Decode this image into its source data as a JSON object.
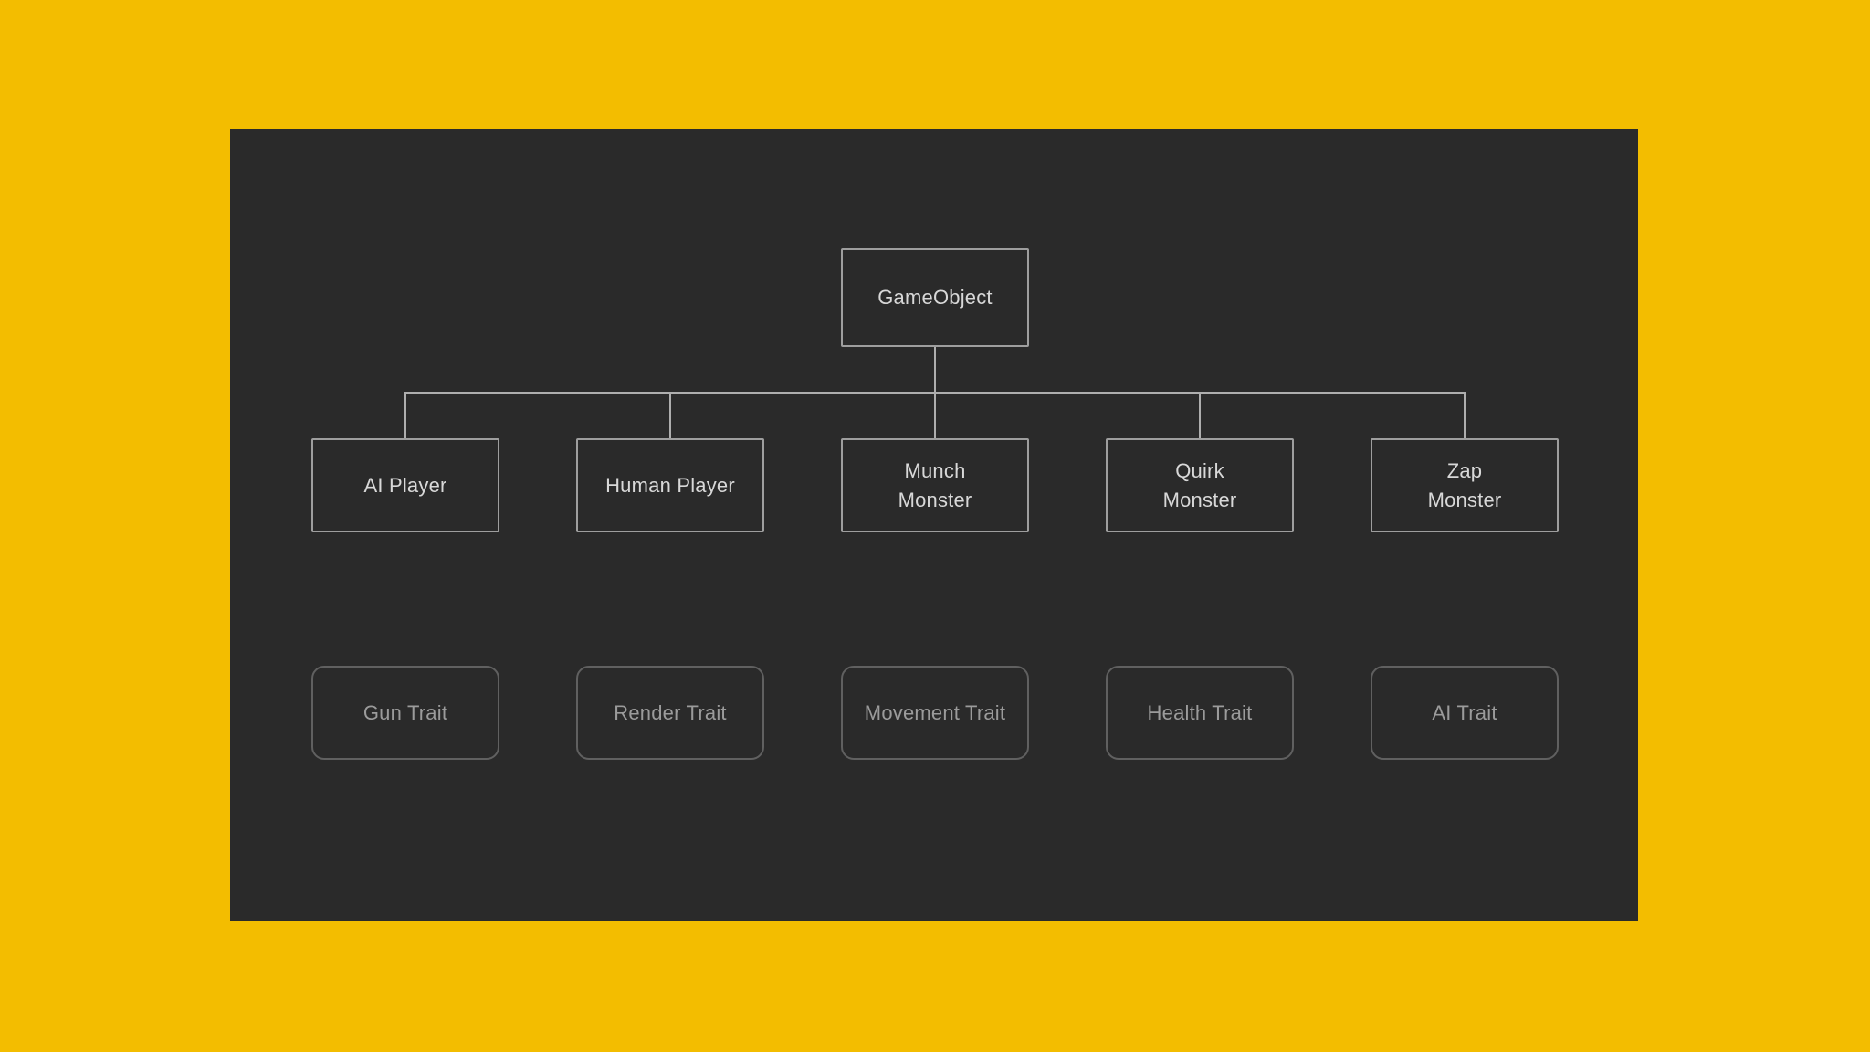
{
  "colors": {
    "background": "#F3BD00",
    "panel": "#2A2A2A",
    "node_border": "#9E9E9E",
    "node_text": "#D8D8D8",
    "trait_border": "#606060",
    "trait_text": "#9B9B9B",
    "connector": "#AEAEAE"
  },
  "diagram": {
    "root": {
      "label": "GameObject"
    },
    "children": [
      {
        "label": "AI Player"
      },
      {
        "label": "Human Player"
      },
      {
        "label": "Munch\nMonster"
      },
      {
        "label": "Quirk\nMonster"
      },
      {
        "label": "Zap\nMonster"
      }
    ],
    "traits": [
      {
        "label": "Gun Trait"
      },
      {
        "label": "Render Trait"
      },
      {
        "label": "Movement Trait"
      },
      {
        "label": "Health Trait"
      },
      {
        "label": "AI Trait"
      }
    ]
  }
}
